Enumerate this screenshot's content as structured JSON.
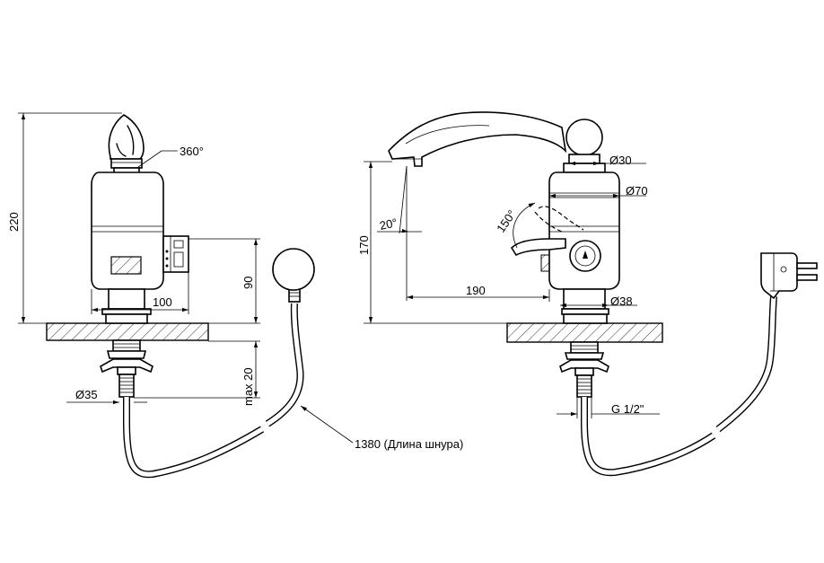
{
  "labels": {
    "rotation": "360°",
    "height_total": "220",
    "height_body": "90",
    "width_body": "100",
    "max_thickness": "max 20",
    "nut_diameter": "Ø35",
    "cord_length": "1380 (Длина шнура)",
    "spout_angle": "20°",
    "lever_angle": "150°",
    "height_spout": "170",
    "handle_diameter": "Ø30",
    "body_diameter": "Ø70",
    "spout_reach": "190",
    "base_diameter": "Ø38",
    "thread": "G 1/2\""
  }
}
